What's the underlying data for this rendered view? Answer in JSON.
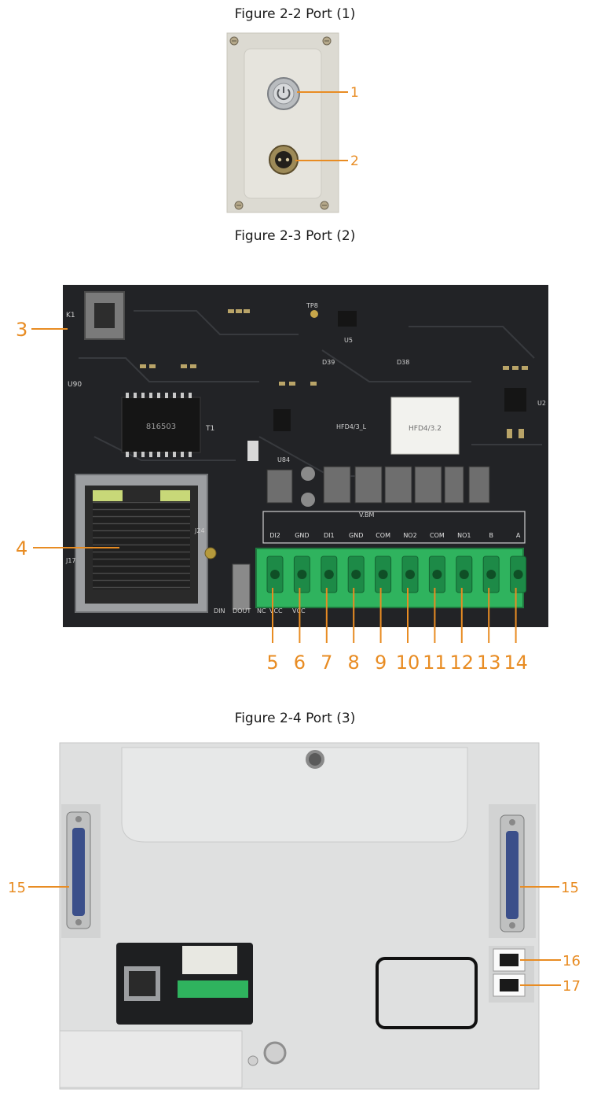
{
  "figures": [
    {
      "caption": "Figure 2-2 Port (1)",
      "callouts": [
        "1",
        "2"
      ]
    },
    {
      "caption": "Figure 2-3 Port (2)",
      "callouts": [
        "3",
        "4",
        "5",
        "6",
        "7",
        "8",
        "9",
        "10",
        "11",
        "12",
        "13",
        "14"
      ],
      "board_labels": {
        "k1": "K1",
        "u90": "U90",
        "t1": "T1",
        "u5": "U5",
        "tp8": "TP8",
        "d39": "D39",
        "d38": "D38",
        "u2": "U2",
        "u84": "U84",
        "hfd_left": "HFD4/3_L",
        "relay_model": "HFD4/3.2",
        "vbm": "V.BM",
        "j17": "J17",
        "j24": "J24",
        "chip": "816503",
        "silk_bottom": [
          "DIN",
          "DOUT",
          "NC",
          "VCC",
          "VCC"
        ],
        "terminals": [
          "DI2",
          "GND",
          "DI1",
          "GND",
          "COM",
          "NO2",
          "COM",
          "NO1",
          "B",
          "A"
        ]
      }
    },
    {
      "caption": "Figure 2-4 Port (3)",
      "callouts": [
        "15",
        "15",
        "16",
        "17"
      ]
    }
  ]
}
